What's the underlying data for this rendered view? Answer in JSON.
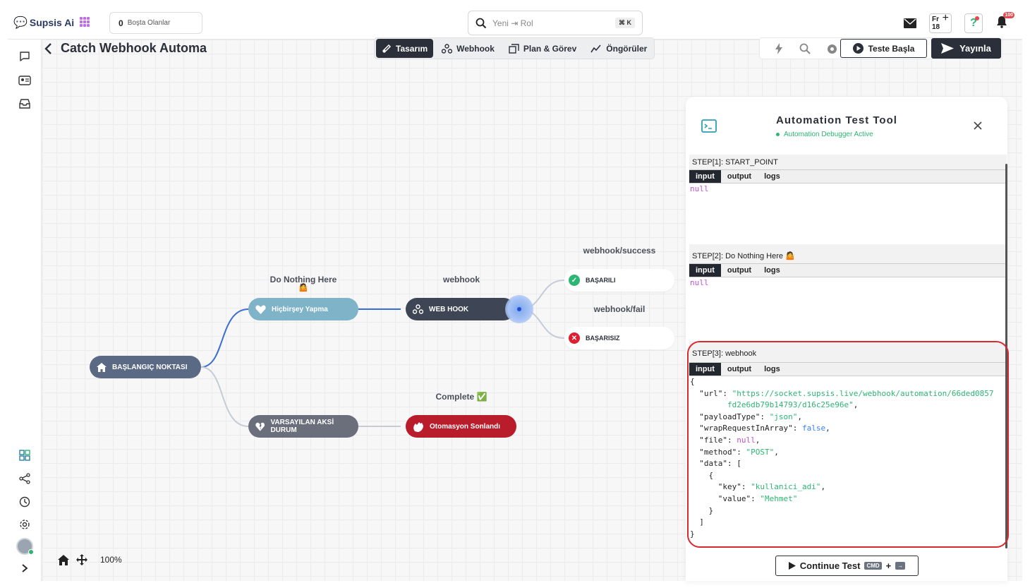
{
  "app": {
    "name": "Supsis Ai"
  },
  "topbar": {
    "idle_count": "0",
    "idle_label": "Boşta Olanlar",
    "search_placeholder": "Yeni ⇥ Rol",
    "search_shortcut": "⌘ K",
    "calendar_day": "Fr",
    "calendar_date": "18",
    "help_label": "?",
    "notification_count": "100"
  },
  "page": {
    "title": "Catch Webhook Automa",
    "zoom": "100%"
  },
  "tabs": [
    {
      "label": "Tasarım",
      "active": true,
      "icon": "design-icon"
    },
    {
      "label": "Webhook",
      "active": false,
      "icon": "webhook-icon"
    },
    {
      "label": "Plan & Görev",
      "active": false,
      "icon": "plan-icon"
    },
    {
      "label": "Öngörüler",
      "active": false,
      "icon": "insights-icon"
    }
  ],
  "actions": {
    "test_label": "Teste Başla",
    "publish_label": "Yayınla"
  },
  "flow": {
    "start": "BAŞLANGIÇ NOKTASI",
    "do_nothing_title": "Do Nothing Here",
    "do_nothing_node": "Hiçbirşey Yapma",
    "webhook_title": "webhook",
    "webhook_node": "WEB HOOK",
    "success_title": "webhook/success",
    "success_node": "BAŞARILI",
    "fail_title": "webhook/fail",
    "fail_node": "BAŞARISIZ",
    "default_node": "VARSAYILAN AKSİ DURUM",
    "complete_title": "Complete ✅",
    "end_node": "Otomasyon Sonlandı"
  },
  "test_tool": {
    "title": "Automation Test Tool",
    "status": "Automation Debugger Active",
    "steps": [
      {
        "header": "STEP[1]: START_POINT",
        "tabs": [
          "input",
          "output",
          "logs"
        ],
        "value": "null"
      },
      {
        "header": "STEP[2]: Do Nothing Here 🤷",
        "tabs": [
          "input",
          "output",
          "logs"
        ],
        "value": "null"
      },
      {
        "header": "STEP[3]: webhook",
        "tabs": [
          "input",
          "output",
          "logs"
        ]
      }
    ],
    "json": {
      "url": "\"https://socket.supsis.live/webhook/automation/66ded0857",
      "url_cont": "fd2e6db79b14793/d16c25e96e\"",
      "payloadType": "\"json\"",
      "wrapRequestInArray": "false",
      "file": "null",
      "method": "\"POST\"",
      "key": "\"kullanici_adi\"",
      "value": "\"Mehmet\""
    },
    "continue_label": "Continue Test",
    "continue_key": "CMD",
    "continue_plus": "+",
    "continue_arrow": "→"
  },
  "colors": {
    "dark": "#2a2f3a",
    "success": "#2bb673",
    "danger": "#d9282f",
    "node_teal": "#7fb3c8",
    "node_slate": "#5a6a85"
  }
}
